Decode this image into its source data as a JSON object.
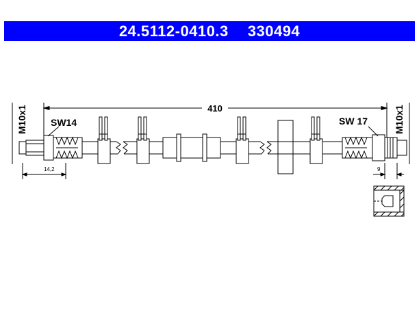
{
  "header": {
    "part_number": "24.5112-0410.3",
    "ref_number": "330494",
    "background_color": "#0000ff",
    "text_color": "#ffffff"
  },
  "drawing": {
    "length": "410",
    "left_wrench": "SW14",
    "right_wrench": "SW 17",
    "left_thread": "M10x1",
    "right_thread": "M10x1",
    "left_offset": "14,2",
    "right_offset": "9"
  }
}
